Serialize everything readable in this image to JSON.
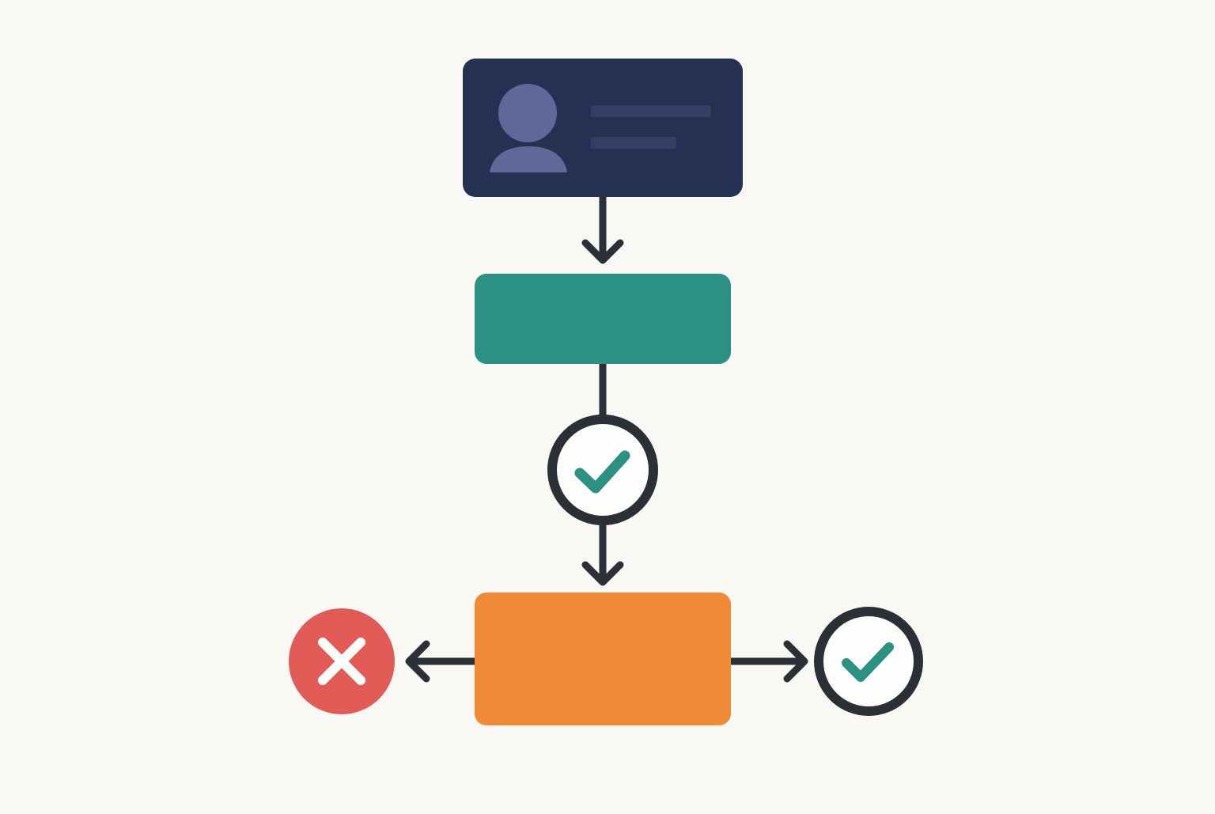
{
  "diagram": {
    "colors": {
      "background": "#faf8f4",
      "line": "#2b3037",
      "profile_card": "#243153",
      "avatar": "#626799",
      "placeholder_line": "#323f63",
      "process_box": "#2c9183",
      "decision_box": "#f08a36",
      "check_mark": "#2c9183",
      "check_circle_fill": "#fdfdfc",
      "reject_circle": "#e35b57",
      "reject_mark": "#ffffff"
    },
    "nodes": [
      {
        "id": "profile-card",
        "kind": "user profile card",
        "icon": "user-avatar-icon"
      },
      {
        "id": "process-step",
        "kind": "process box"
      },
      {
        "id": "verification-check",
        "kind": "approval checkpoint",
        "icon": "check-icon"
      },
      {
        "id": "decision-step",
        "kind": "decision box"
      },
      {
        "id": "rejected-outcome",
        "kind": "rejected result",
        "icon": "close-icon"
      },
      {
        "id": "approved-outcome",
        "kind": "approved result",
        "icon": "check-icon"
      }
    ],
    "edges": [
      {
        "from": "profile-card",
        "to": "process-step",
        "arrow": true
      },
      {
        "from": "process-step",
        "to": "verification-check",
        "arrow": false
      },
      {
        "from": "verification-check",
        "to": "decision-step",
        "arrow": true
      },
      {
        "from": "decision-step",
        "to": "rejected-outcome",
        "arrow": true
      },
      {
        "from": "decision-step",
        "to": "approved-outcome",
        "arrow": true
      }
    ]
  }
}
